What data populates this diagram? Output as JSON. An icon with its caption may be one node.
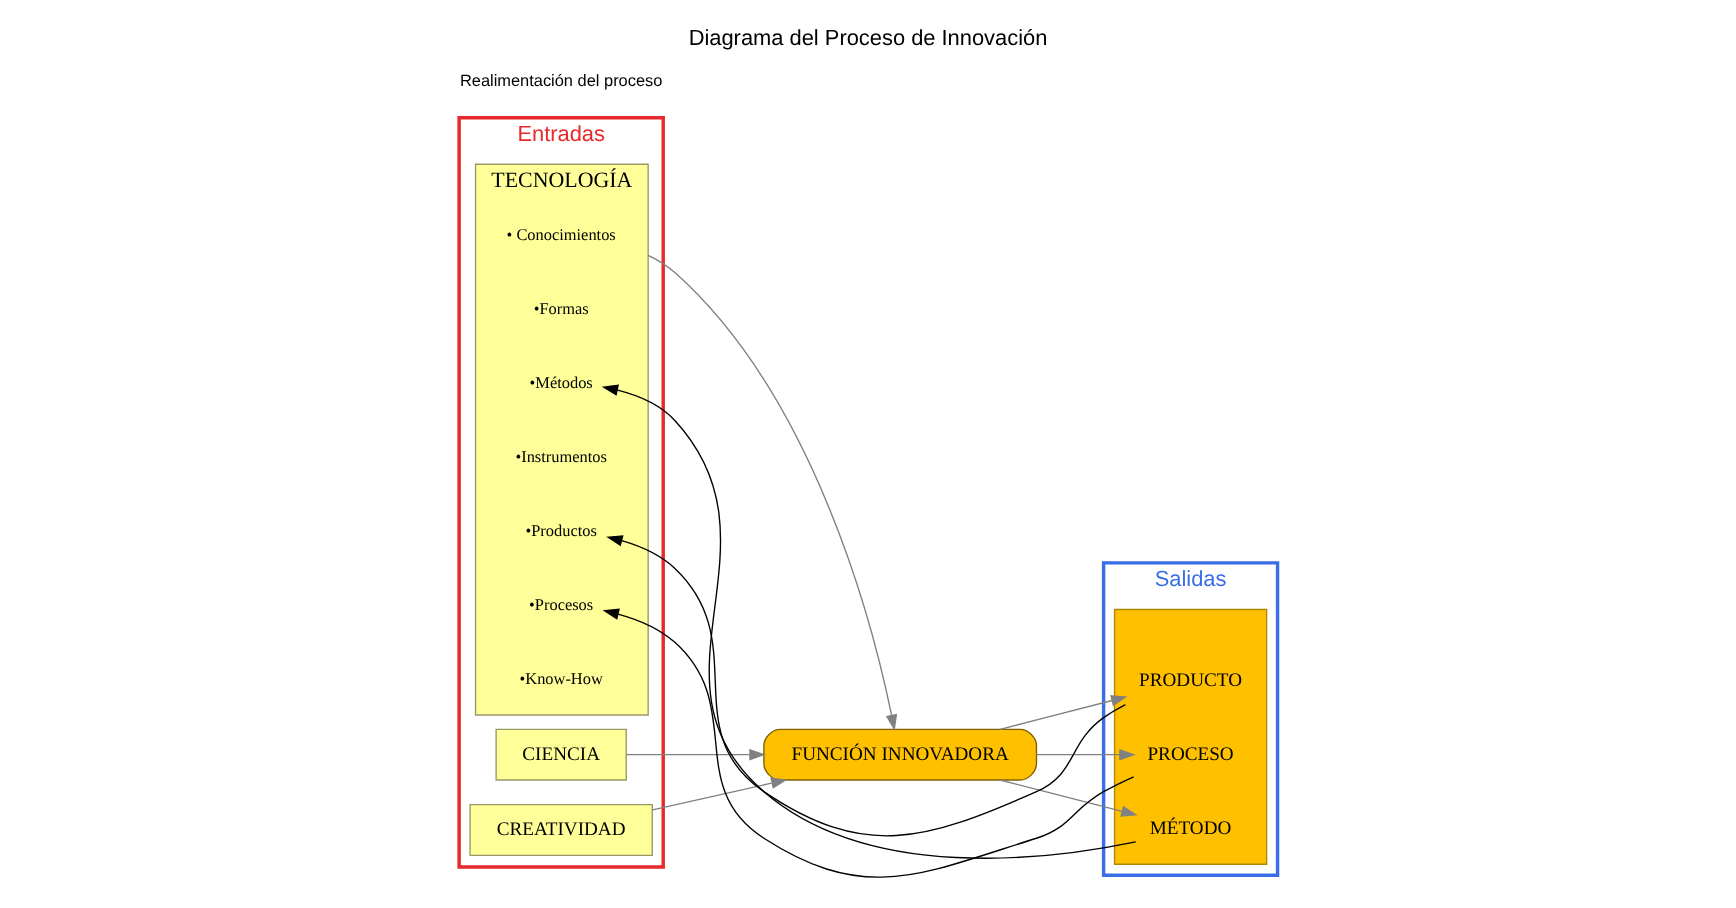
{
  "diagram": {
    "title": "Diagrama del Proceso de Innovación",
    "nodes": [
      {
        "text": [
          "Entradas"
        ]
      },
      {
        "text": [
          "CIENCIA"
        ],
        "in": 0
      },
      {
        "text": [
          "CREATIVIDAD"
        ],
        "in": 0
      },
      {
        "text": [
          "TECNOLOGÍA"
        ],
        "in": 0
      },
      {
        "text": [
          "• Conocimientos"
        ],
        "in": 3
      },
      {
        "text": [
          "•Formas"
        ],
        "in": 3
      },
      {
        "text": [
          "•Métodos"
        ],
        "in": 3
      },
      {
        "text": [
          "•Instrumentos"
        ],
        "in": 3
      },
      {
        "text": [
          "•Productos"
        ],
        "in": 3
      },
      {
        "text": [
          "•Procesos"
        ],
        "in": 3
      },
      {
        "text": [
          "•Know-How"
        ],
        "in": 3
      },
      {
        "text": [
          "FUNCIÓN INNOVADORA"
        ]
      },
      {
        "text": [
          "Salidas"
        ]
      },
      {
        "text": [],
        "shape": "box",
        "in": 12
      },
      {
        "text": [
          "PRODUCTO"
        ],
        "in": 13
      },
      {
        "text": [
          "PROCESO"
        ],
        "in": 13
      },
      {
        "text": [
          "MÉTODO"
        ],
        "in": 13
      }
    ],
    "edges": [
      {
        "from": 1,
        "to": 11,
        "arrow": "to"
      },
      {
        "from": 2,
        "to": 11,
        "arrow": "to"
      },
      {
        "from": 3,
        "to": 11,
        "arrow": "to"
      },
      {
        "from": 11,
        "to": 14,
        "arrow": "to"
      },
      {
        "from": 11,
        "to": 15,
        "arrow": "to"
      },
      {
        "from": 11,
        "to": 16,
        "arrow": "to"
      },
      {
        "from": 16,
        "to": 6,
        "arrow": "to",
        "color": "#000000"
      },
      {
        "from": 15,
        "to": 9,
        "arrow": "to",
        "color": "#000000"
      },
      {
        "from": 14,
        "to": 8,
        "arrow": "to",
        "color": "#000000"
      }
    ],
    "labels": [
      "Realimentación del proceso"
    ]
  }
}
